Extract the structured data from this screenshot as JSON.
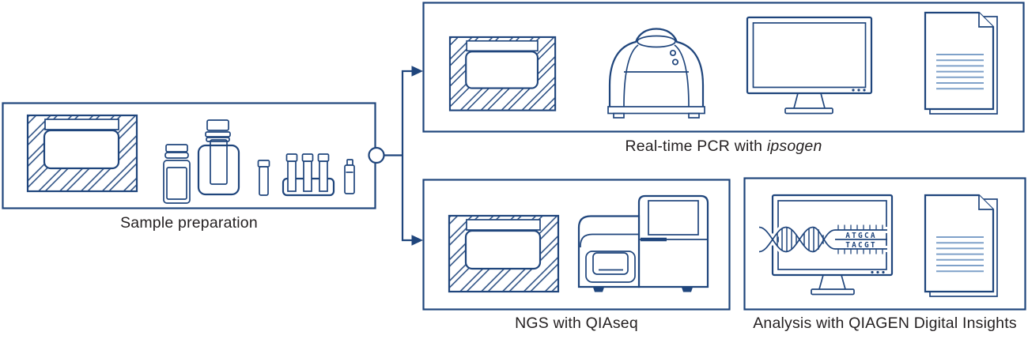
{
  "colors": {
    "outline": "#1F457C",
    "light": "#7FA1C9",
    "text": "#231F20",
    "background": "#FFFFFF"
  },
  "panels": {
    "sample_prep": {
      "label": "Sample preparation",
      "icons": [
        "kit-box",
        "reagent-bottle-small",
        "reagent-bottle-large",
        "sample-tube",
        "tube-rack",
        "vial"
      ]
    },
    "pcr": {
      "label": "Real-time PCR with",
      "label_em": "ipsogen",
      "icons": [
        "kit-box",
        "thermocycler",
        "monitor",
        "report-document"
      ]
    },
    "ngs": {
      "label": "NGS with QIAseq",
      "icons": [
        "kit-box",
        "sequencer"
      ]
    },
    "analysis": {
      "label": "Analysis with QIAGEN Digital Insights",
      "icons": [
        "dna-monitor",
        "report-document"
      ]
    }
  },
  "dna": {
    "top_row": "ATGCA",
    "bottom_row": "TACGT"
  }
}
